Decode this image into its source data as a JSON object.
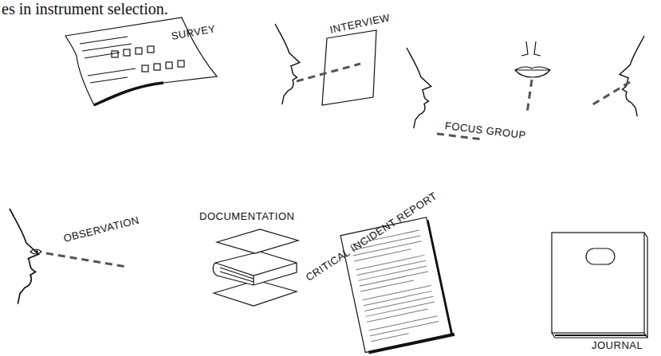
{
  "diagram": {
    "labels": [
      "es in instrument selection.",
      "SURVEY",
      "INTERVIEW",
      "FOCUS GROUP",
      "OBSERVATION",
      "DOCUMENTATION",
      "CRITICAL INCIDENT REPORT",
      "JOURNAL"
    ]
  }
}
